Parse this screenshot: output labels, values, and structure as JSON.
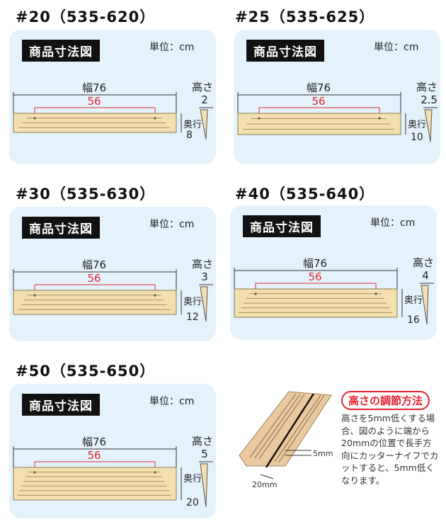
{
  "panels": [
    {
      "heading": "#20（535-620）",
      "title": "商品寸法図",
      "unit": "単位：cm",
      "width_label": "幅76",
      "pitch": "56",
      "height_label": "高さ",
      "height": "2",
      "depth_label": "奥行",
      "depth": "8"
    },
    {
      "heading": "#25（535-625）",
      "title": "商品寸法図",
      "unit": "単位：cm",
      "width_label": "幅76",
      "pitch": "56",
      "height_label": "高さ",
      "height": "2.5",
      "depth_label": "奥行",
      "depth": "10"
    },
    {
      "heading": "#30（535-630）",
      "title": "商品寸法図",
      "unit": "単位：cm",
      "width_label": "幅76",
      "pitch": "56",
      "height_label": "高さ",
      "height": "3",
      "depth_label": "奥行",
      "depth": "12"
    },
    {
      "heading": "#40（535-640）",
      "title": "商品寸法図",
      "unit": "単位：cm",
      "width_label": "幅76",
      "pitch": "56",
      "height_label": "高さ",
      "height": "4",
      "depth_label": "奥行",
      "depth": "16"
    },
    {
      "heading": "#50（535-650）",
      "title": "商品寸法図",
      "unit": "単位：cm",
      "width_label": "幅76",
      "pitch": "56",
      "height_label": "高さ",
      "height": "5",
      "depth_label": "奥行",
      "depth": "20"
    }
  ],
  "adjust": {
    "title": "高さの調節方法",
    "text": "高さを5mm低くする場合、図のように端から20mmの位置で長手方向にカッターナイフでカットすると、5mm低くなります。",
    "label_5mm": "5mm",
    "label_20mm": "20mm"
  },
  "colors": {
    "panel_bg": "#e4f2fc",
    "wood": "#f3dfb0",
    "accent_red": "#e0232f"
  }
}
